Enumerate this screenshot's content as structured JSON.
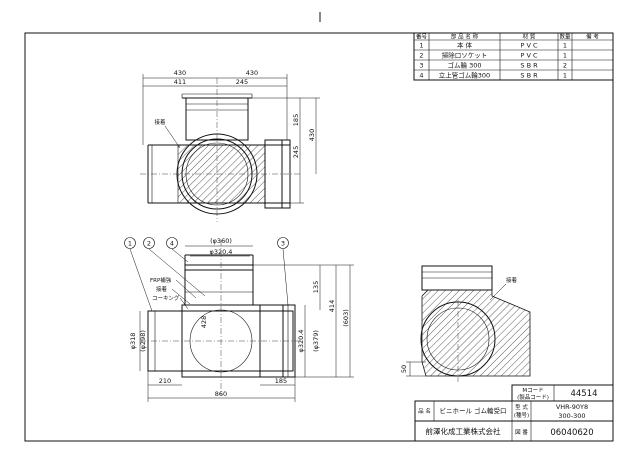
{
  "parts_table": {
    "headers": [
      "番号",
      "部 品 名 称",
      "材 質",
      "数量",
      "備 考"
    ],
    "rows": [
      [
        "1",
        "本 体",
        "P V C",
        "1",
        ""
      ],
      [
        "2",
        "掃除口ソケット",
        "P V C",
        "1",
        ""
      ],
      [
        "3",
        "ゴム輪 300",
        "S B R",
        "2",
        ""
      ],
      [
        "4",
        "立上管ゴム輪300",
        "S B R",
        "1",
        ""
      ]
    ]
  },
  "top_view": {
    "dims": [
      "430",
      "430",
      "411",
      "245",
      "185",
      "430",
      "245"
    ],
    "label_gasket": "接着"
  },
  "front_view": {
    "dim_phi360": "(φ360)",
    "dim_phi320_top": "φ320.4",
    "dim_135": "135",
    "dim_414": "414",
    "dim_603": "(603)",
    "dim_phi318": "φ318",
    "dim_phi298": "(φ298)",
    "dim_428": "428",
    "dim_phi320_right": "φ320.4",
    "dim_phi379": "(φ379)",
    "dim_210": "210",
    "dim_185": "185",
    "dim_860": "860",
    "label_frp": "FRP補強",
    "label_adhesive": "接着",
    "label_caulking": "コーキング",
    "balloons": [
      "1",
      "2",
      "4",
      "3"
    ]
  },
  "side_view": {
    "label_gasket": "接着",
    "dim_50": "50"
  },
  "title_block": {
    "m_code_label": "Mコード\n(製品コード)",
    "m_code_label_1": "Mコード",
    "m_code_label_2": "(製品コード)",
    "m_code_value": "44514",
    "name_label": "品 名",
    "name_value": "ビニホール ゴム輪受口",
    "model_label_1": "型 式",
    "model_label_2": "(種号)",
    "model_value_1": "VHR-90Y8",
    "model_value_2": "300-300",
    "company": "前澤化成工業株式会社",
    "drawing_no_label": "図 番",
    "drawing_no_value": "06040620"
  }
}
